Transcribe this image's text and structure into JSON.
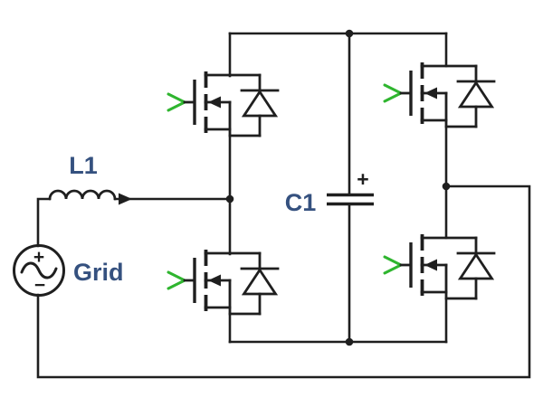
{
  "colors": {
    "background": "#ffffff",
    "wire": "#1f1f1f",
    "gate-signal": "#2fb52f",
    "label-text": "#35517f"
  },
  "schematic": {
    "source_label": "Grid",
    "source_plus": "+",
    "source_minus": "−",
    "inductor_label": "L1",
    "capacitor_label": "C1",
    "capacitor_plus": "+"
  }
}
